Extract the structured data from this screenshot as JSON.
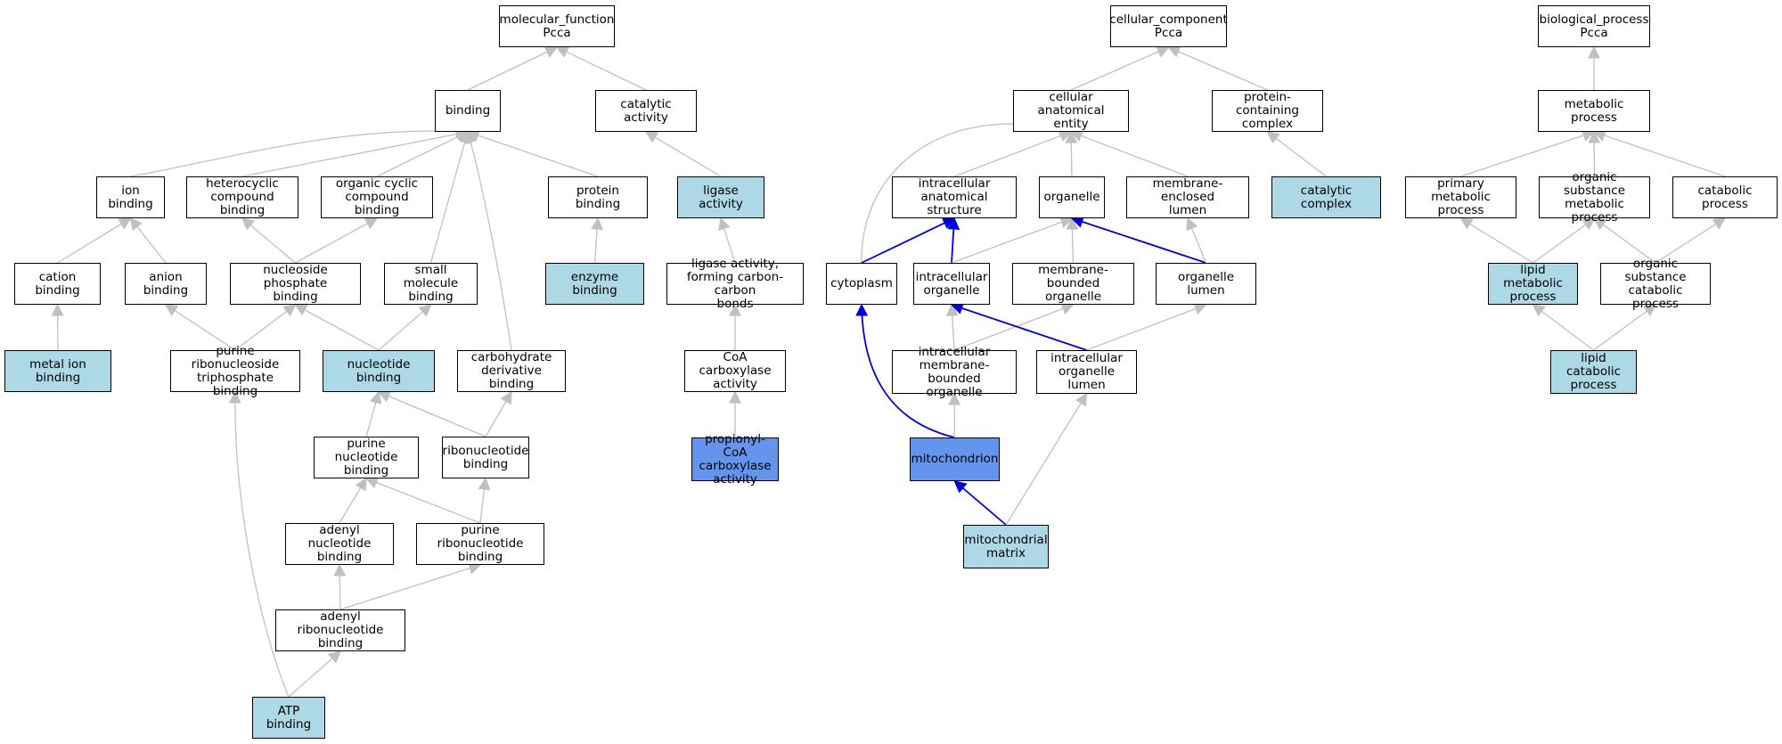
{
  "colors": {
    "default": "#ffffff",
    "annotated": "#add8e6",
    "focus": "#6495ed",
    "edge_default": "#c0c0c0",
    "edge_path": "#0000dd"
  },
  "nodes": [
    {
      "id": "mf_root",
      "label": "molecular_function\nPcca",
      "fill": "default"
    },
    {
      "id": "binding",
      "label": "binding",
      "fill": "default"
    },
    {
      "id": "catalytic_activity",
      "label": "catalytic activity",
      "fill": "default"
    },
    {
      "id": "ion_binding",
      "label": "ion binding",
      "fill": "default"
    },
    {
      "id": "heterocyclic_compound_binding",
      "label": "heterocyclic\ncompound binding",
      "fill": "default"
    },
    {
      "id": "organic_cyclic_compound_binding",
      "label": "organic cyclic\ncompound binding",
      "fill": "default"
    },
    {
      "id": "protein_binding",
      "label": "protein binding",
      "fill": "default"
    },
    {
      "id": "ligase_activity",
      "label": "ligase activity",
      "fill": "annotated"
    },
    {
      "id": "cation_binding",
      "label": "cation binding",
      "fill": "default"
    },
    {
      "id": "anion_binding",
      "label": "anion binding",
      "fill": "default"
    },
    {
      "id": "nucleoside_phosphate_binding",
      "label": "nucleoside phosphate\nbinding",
      "fill": "default"
    },
    {
      "id": "small_molecule_binding",
      "label": "small molecule\nbinding",
      "fill": "default"
    },
    {
      "id": "enzyme_binding",
      "label": "enzyme binding",
      "fill": "annotated"
    },
    {
      "id": "ligase_cc_bonds",
      "label": "ligase activity,\nforming carbon-carbon\nbonds",
      "fill": "default"
    },
    {
      "id": "metal_ion_binding",
      "label": "metal ion binding",
      "fill": "annotated"
    },
    {
      "id": "purine_ribonucleoside_tp_binding",
      "label": "purine ribonucleoside\ntriphosphate\nbinding",
      "fill": "default"
    },
    {
      "id": "nucleotide_binding",
      "label": "nucleotide binding",
      "fill": "annotated"
    },
    {
      "id": "carbohydrate_derivative_binding",
      "label": "carbohydrate\nderivative binding",
      "fill": "default"
    },
    {
      "id": "coa_carboxylase_activity",
      "label": "CoA carboxylase\nactivity",
      "fill": "default"
    },
    {
      "id": "purine_nucleotide_binding",
      "label": "purine nucleotide\nbinding",
      "fill": "default"
    },
    {
      "id": "ribonucleotide_binding",
      "label": "ribonucleotide\nbinding",
      "fill": "default"
    },
    {
      "id": "propionyl_coa_carboxylase",
      "label": "propionyl-CoA\ncarboxylase\nactivity",
      "fill": "focus"
    },
    {
      "id": "adenyl_nucleotide_binding",
      "label": "adenyl nucleotide\nbinding",
      "fill": "default"
    },
    {
      "id": "purine_ribonucleotide_binding",
      "label": "purine ribonucleotide\nbinding",
      "fill": "default"
    },
    {
      "id": "adenyl_ribonucleotide_binding",
      "label": "adenyl ribonucleotide\nbinding",
      "fill": "default"
    },
    {
      "id": "atp_binding",
      "label": "ATP binding",
      "fill": "annotated"
    },
    {
      "id": "cc_root",
      "label": "cellular_component\nPcca",
      "fill": "default"
    },
    {
      "id": "cellular_anatomical_entity",
      "label": "cellular anatomical\nentity",
      "fill": "default"
    },
    {
      "id": "protein_containing_complex",
      "label": "protein-containing\ncomplex",
      "fill": "default"
    },
    {
      "id": "intracellular_anatomical_structure",
      "label": "intracellular\nanatomical structure",
      "fill": "default"
    },
    {
      "id": "organelle",
      "label": "organelle",
      "fill": "default"
    },
    {
      "id": "membrane_enclosed_lumen",
      "label": "membrane-enclosed\nlumen",
      "fill": "default"
    },
    {
      "id": "catalytic_complex",
      "label": "catalytic complex",
      "fill": "annotated"
    },
    {
      "id": "cytoplasm",
      "label": "cytoplasm",
      "fill": "default"
    },
    {
      "id": "intracellular_organelle",
      "label": "intracellular\norganelle",
      "fill": "default"
    },
    {
      "id": "membrane_bounded_organelle",
      "label": "membrane-bounded\norganelle",
      "fill": "default"
    },
    {
      "id": "organelle_lumen",
      "label": "organelle lumen",
      "fill": "default"
    },
    {
      "id": "intracellular_membrane_bounded_organelle",
      "label": "intracellular\nmembrane-bounded\norganelle",
      "fill": "default"
    },
    {
      "id": "intracellular_organelle_lumen",
      "label": "intracellular\norganelle lumen",
      "fill": "default"
    },
    {
      "id": "mitochondrion",
      "label": "mitochondrion",
      "fill": "focus"
    },
    {
      "id": "mitochondrial_matrix",
      "label": "mitochondrial\nmatrix",
      "fill": "annotated"
    },
    {
      "id": "bp_root",
      "label": "biological_process\nPcca",
      "fill": "default"
    },
    {
      "id": "metabolic_process",
      "label": "metabolic process",
      "fill": "default"
    },
    {
      "id": "primary_metabolic_process",
      "label": "primary metabolic\nprocess",
      "fill": "default"
    },
    {
      "id": "organic_substance_metabolic_process",
      "label": "organic substance\nmetabolic process",
      "fill": "default"
    },
    {
      "id": "catabolic_process",
      "label": "catabolic process",
      "fill": "default"
    },
    {
      "id": "lipid_metabolic_process",
      "label": "lipid metabolic\nprocess",
      "fill": "annotated"
    },
    {
      "id": "organic_substance_catabolic_process",
      "label": "organic substance\ncatabolic process",
      "fill": "default"
    },
    {
      "id": "lipid_catabolic_process",
      "label": "lipid catabolic\nprocess",
      "fill": "annotated"
    }
  ],
  "edges": [
    {
      "from": "binding",
      "to": "mf_root",
      "style": "default"
    },
    {
      "from": "catalytic_activity",
      "to": "mf_root",
      "style": "default"
    },
    {
      "from": "ion_binding",
      "to": "binding",
      "style": "default"
    },
    {
      "from": "heterocyclic_compound_binding",
      "to": "binding",
      "style": "default"
    },
    {
      "from": "organic_cyclic_compound_binding",
      "to": "binding",
      "style": "default"
    },
    {
      "from": "protein_binding",
      "to": "binding",
      "style": "default"
    },
    {
      "from": "small_molecule_binding",
      "to": "binding",
      "style": "default"
    },
    {
      "from": "carbohydrate_derivative_binding",
      "to": "binding",
      "style": "default"
    },
    {
      "from": "ligase_activity",
      "to": "catalytic_activity",
      "style": "default"
    },
    {
      "from": "cation_binding",
      "to": "ion_binding",
      "style": "default"
    },
    {
      "from": "anion_binding",
      "to": "ion_binding",
      "style": "default"
    },
    {
      "from": "nucleoside_phosphate_binding",
      "to": "heterocyclic_compound_binding",
      "style": "default"
    },
    {
      "from": "nucleoside_phosphate_binding",
      "to": "organic_cyclic_compound_binding",
      "style": "default"
    },
    {
      "from": "enzyme_binding",
      "to": "protein_binding",
      "style": "default"
    },
    {
      "from": "ligase_cc_bonds",
      "to": "ligase_activity",
      "style": "default"
    },
    {
      "from": "metal_ion_binding",
      "to": "cation_binding",
      "style": "default"
    },
    {
      "from": "purine_ribonucleoside_tp_binding",
      "to": "anion_binding",
      "style": "default"
    },
    {
      "from": "purine_ribonucleoside_tp_binding",
      "to": "nucleoside_phosphate_binding",
      "style": "default"
    },
    {
      "from": "nucleotide_binding",
      "to": "nucleoside_phosphate_binding",
      "style": "default"
    },
    {
      "from": "nucleotide_binding",
      "to": "small_molecule_binding",
      "style": "default"
    },
    {
      "from": "coa_carboxylase_activity",
      "to": "ligase_cc_bonds",
      "style": "default"
    },
    {
      "from": "purine_nucleotide_binding",
      "to": "nucleotide_binding",
      "style": "default"
    },
    {
      "from": "ribonucleotide_binding",
      "to": "nucleotide_binding",
      "style": "default"
    },
    {
      "from": "ribonucleotide_binding",
      "to": "carbohydrate_derivative_binding",
      "style": "default"
    },
    {
      "from": "propionyl_coa_carboxylase",
      "to": "coa_carboxylase_activity",
      "style": "default"
    },
    {
      "from": "adenyl_nucleotide_binding",
      "to": "purine_nucleotide_binding",
      "style": "default"
    },
    {
      "from": "purine_ribonucleotide_binding",
      "to": "purine_nucleotide_binding",
      "style": "default"
    },
    {
      "from": "purine_ribonucleotide_binding",
      "to": "ribonucleotide_binding",
      "style": "default"
    },
    {
      "from": "adenyl_ribonucleotide_binding",
      "to": "adenyl_nucleotide_binding",
      "style": "default"
    },
    {
      "from": "adenyl_ribonucleotide_binding",
      "to": "purine_ribonucleotide_binding",
      "style": "default"
    },
    {
      "from": "atp_binding",
      "to": "adenyl_ribonucleotide_binding",
      "style": "default"
    },
    {
      "from": "atp_binding",
      "to": "purine_ribonucleoside_tp_binding",
      "style": "default"
    },
    {
      "from": "cellular_anatomical_entity",
      "to": "cc_root",
      "style": "default"
    },
    {
      "from": "protein_containing_complex",
      "to": "cc_root",
      "style": "default"
    },
    {
      "from": "intracellular_anatomical_structure",
      "to": "cellular_anatomical_entity",
      "style": "default"
    },
    {
      "from": "organelle",
      "to": "cellular_anatomical_entity",
      "style": "default"
    },
    {
      "from": "membrane_enclosed_lumen",
      "to": "cellular_anatomical_entity",
      "style": "default"
    },
    {
      "from": "cytoplasm",
      "to": "cellular_anatomical_entity",
      "style": "default"
    },
    {
      "from": "catalytic_complex",
      "to": "protein_containing_complex",
      "style": "default"
    },
    {
      "from": "cytoplasm",
      "to": "intracellular_anatomical_structure",
      "style": "path"
    },
    {
      "from": "intracellular_organelle",
      "to": "intracellular_anatomical_structure",
      "style": "path"
    },
    {
      "from": "intracellular_organelle",
      "to": "organelle",
      "style": "default"
    },
    {
      "from": "membrane_bounded_organelle",
      "to": "organelle",
      "style": "default"
    },
    {
      "from": "organelle_lumen",
      "to": "organelle",
      "style": "path"
    },
    {
      "from": "organelle_lumen",
      "to": "membrane_enclosed_lumen",
      "style": "default"
    },
    {
      "from": "intracellular_membrane_bounded_organelle",
      "to": "intracellular_organelle",
      "style": "default"
    },
    {
      "from": "intracellular_membrane_bounded_organelle",
      "to": "membrane_bounded_organelle",
      "style": "default"
    },
    {
      "from": "intracellular_organelle_lumen",
      "to": "intracellular_organelle",
      "style": "path"
    },
    {
      "from": "intracellular_organelle_lumen",
      "to": "organelle_lumen",
      "style": "default"
    },
    {
      "from": "mitochondrion",
      "to": "cytoplasm",
      "style": "path"
    },
    {
      "from": "mitochondrion",
      "to": "intracellular_membrane_bounded_organelle",
      "style": "default"
    },
    {
      "from": "mitochondrial_matrix",
      "to": "mitochondrion",
      "style": "path"
    },
    {
      "from": "mitochondrial_matrix",
      "to": "intracellular_organelle_lumen",
      "style": "default"
    },
    {
      "from": "metabolic_process",
      "to": "bp_root",
      "style": "default"
    },
    {
      "from": "primary_metabolic_process",
      "to": "metabolic_process",
      "style": "default"
    },
    {
      "from": "organic_substance_metabolic_process",
      "to": "metabolic_process",
      "style": "default"
    },
    {
      "from": "catabolic_process",
      "to": "metabolic_process",
      "style": "default"
    },
    {
      "from": "lipid_metabolic_process",
      "to": "primary_metabolic_process",
      "style": "default"
    },
    {
      "from": "lipid_metabolic_process",
      "to": "organic_substance_metabolic_process",
      "style": "default"
    },
    {
      "from": "organic_substance_catabolic_process",
      "to": "organic_substance_metabolic_process",
      "style": "default"
    },
    {
      "from": "organic_substance_catabolic_process",
      "to": "catabolic_process",
      "style": "default"
    },
    {
      "from": "lipid_catabolic_process",
      "to": "lipid_metabolic_process",
      "style": "default"
    },
    {
      "from": "lipid_catabolic_process",
      "to": "organic_substance_catabolic_process",
      "style": "default"
    }
  ]
}
